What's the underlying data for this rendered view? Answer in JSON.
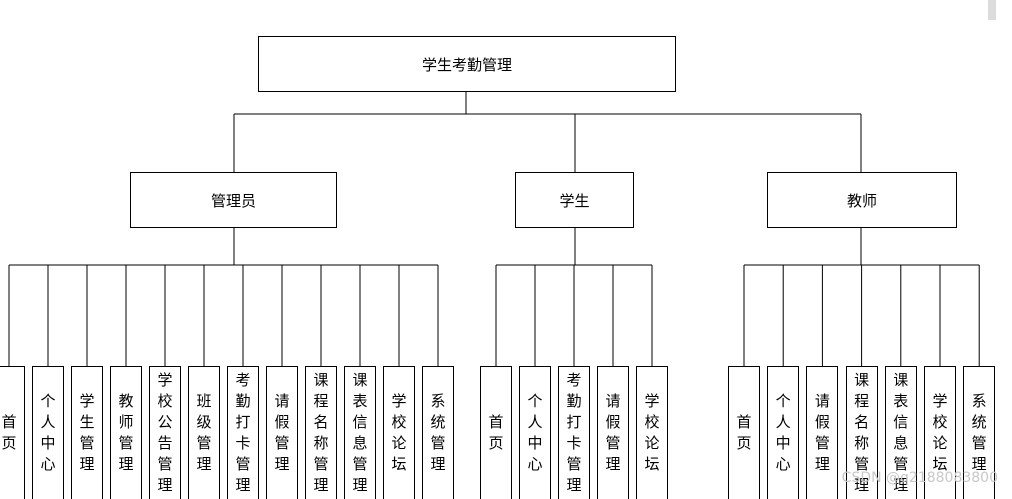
{
  "root": {
    "label": "学生考勤管理"
  },
  "roles": [
    {
      "label": "管理员",
      "items": [
        "首页",
        "个人中心",
        "学生管理",
        "教师管理",
        "学校公告管理",
        "班级管理",
        "考勤打卡管理",
        "请假管理",
        "课程名称管理",
        "课表信息管理",
        "学校论坛",
        "系统管理"
      ]
    },
    {
      "label": "学生",
      "items": [
        "首页",
        "个人中心",
        "考勤打卡管理",
        "请假管理",
        "学校论坛"
      ]
    },
    {
      "label": "教师",
      "items": [
        "首页",
        "个人中心",
        "请假管理",
        "课程名称管理",
        "课表信息管理",
        "学校论坛",
        "系统管理"
      ]
    }
  ],
  "watermark": "CSDN @q2188083800"
}
